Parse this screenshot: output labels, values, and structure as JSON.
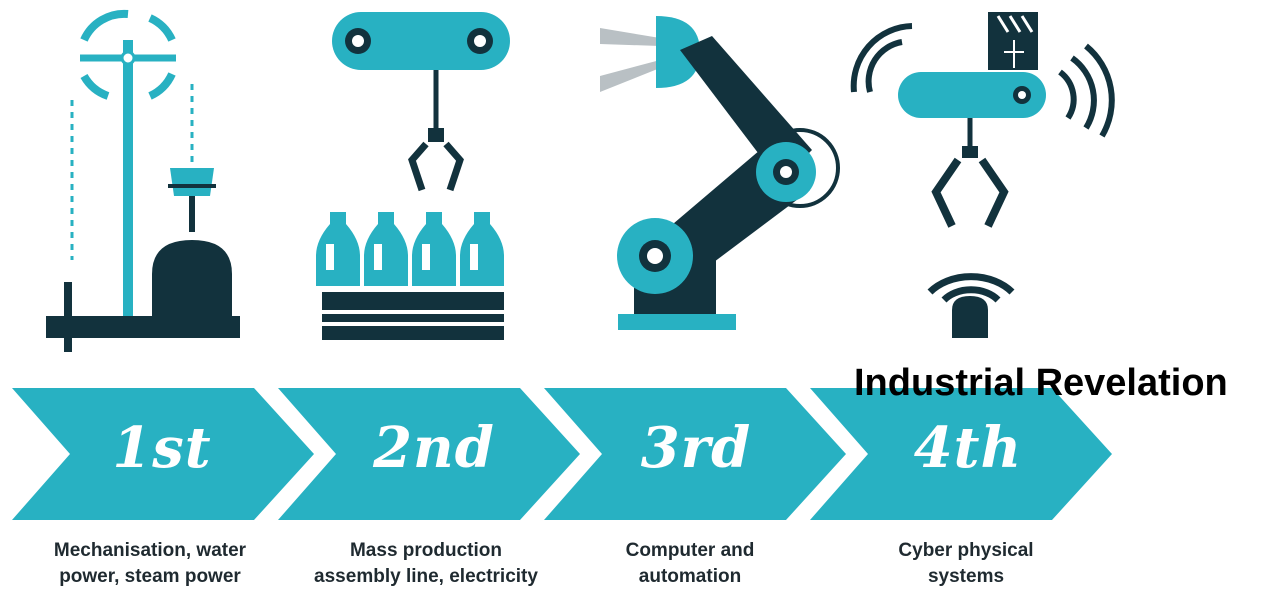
{
  "colors": {
    "teal": "#28b1c2",
    "dark": "#12323d",
    "white": "#ffffff",
    "text": "#1f2a30"
  },
  "title": "Industrial Revelation",
  "stages": [
    {
      "number": "1st",
      "caption_line1": "Mechanisation, water",
      "caption_line2": "power, steam power",
      "icon": "steam-engine-icon"
    },
    {
      "number": "2nd",
      "caption_line1": "Mass production",
      "caption_line2": "assembly line, electricity",
      "icon": "assembly-line-icon"
    },
    {
      "number": "3rd",
      "caption_line1": "Computer and",
      "caption_line2": "automation",
      "icon": "robotic-arm-icon"
    },
    {
      "number": "4th",
      "caption_line1": "Cyber physical",
      "caption_line2": "systems",
      "icon": "connected-robot-icon"
    }
  ]
}
